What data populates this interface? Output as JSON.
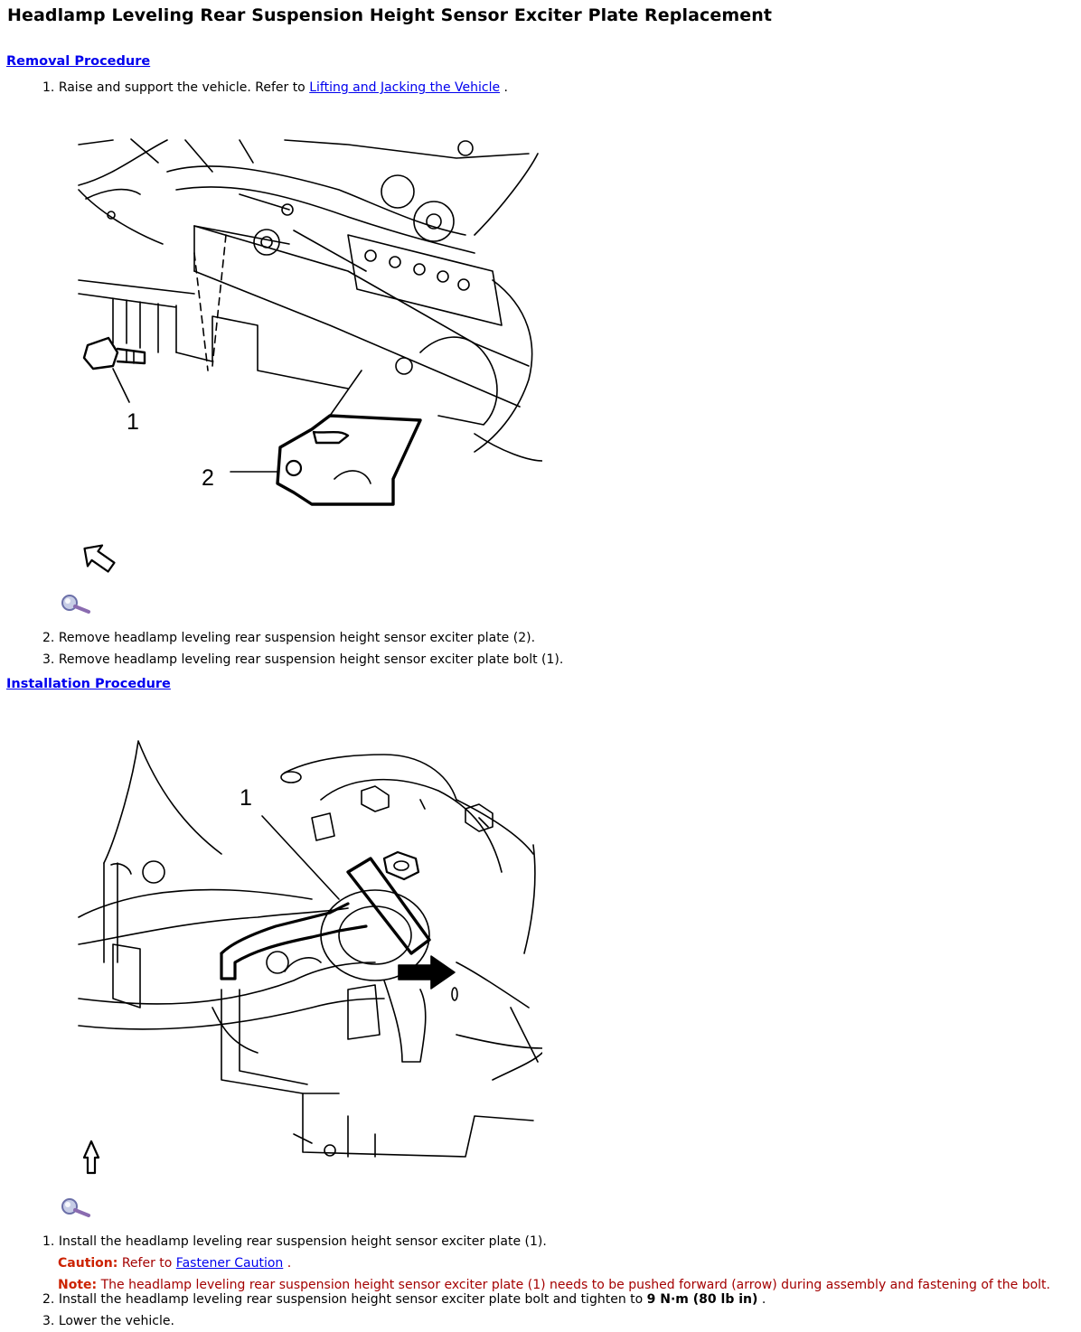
{
  "page": {
    "title": "Headlamp Leveling Rear Suspension Height Sensor Exciter Plate Replacement"
  },
  "removal": {
    "heading": "Removal Procedure",
    "steps": [
      {
        "num": "1.",
        "text_before": "Raise and support the vehicle. Refer to",
        "link": "Lifting and Jacking the Vehicle",
        "text_after": "."
      },
      {
        "num": "2.",
        "text": "Remove headlamp leveling rear suspension height sensor exciter plate (2)."
      },
      {
        "num": "3.",
        "text": "Remove headlamp leveling rear suspension height sensor exciter plate bolt (1)."
      }
    ],
    "figure": {
      "callout_1": "1",
      "callout_2": "2",
      "zoom_icon": "magnifier-icon"
    }
  },
  "installation": {
    "heading": "Installation Procedure",
    "figure": {
      "callout_1": "1",
      "zoom_icon": "magnifier-icon"
    },
    "steps": [
      {
        "num": "1.",
        "text": "Install the headlamp leveling rear suspension height sensor exciter plate (1).",
        "caution_label": "Caution:",
        "caution_text": "Refer to",
        "caution_link": "Fastener Caution",
        "caution_after": ".",
        "note_label": "Note:",
        "note_text": "The headlamp leveling rear suspension height sensor exciter plate (1) needs to be pushed forward (arrow) during assembly and fastening of the bolt."
      },
      {
        "num": "2.",
        "text_before": "Install the headlamp leveling rear suspension height sensor exciter plate bolt and tighten to",
        "torque": "9 N·m (80 lb in)",
        "text_after": "."
      },
      {
        "num": "3.",
        "text": "Lower the vehicle."
      }
    ]
  },
  "colors": {
    "link": "#0000ee",
    "caution_label": "#cc2200",
    "caution_text": "#a40000"
  }
}
